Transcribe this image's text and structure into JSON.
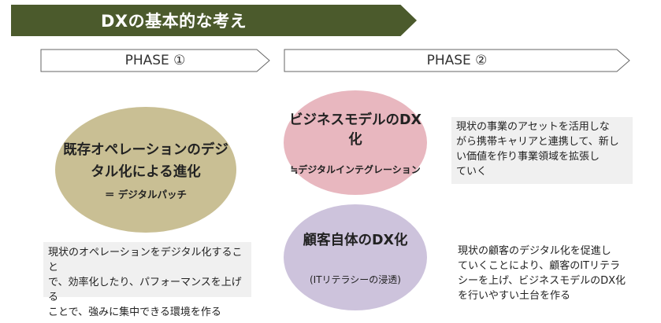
{
  "title": "DXの基本的な考え",
  "phases": [
    {
      "label": "PHASE ①"
    },
    {
      "label": "PHASE ②"
    }
  ],
  "phase1": {
    "ellipse_line1": "既存オペレーションのデジ",
    "ellipse_line2": "タル化による進化",
    "ellipse_sub": "＝ デジタルパッチ",
    "desc_line1": "現状のオペレーションをデジタル化すること",
    "desc_line2": "で、効率化したり、パフォーマンスを上げる",
    "desc_line3": "ことで、強みに集中できる環境を作る"
  },
  "phase2": {
    "business_model": {
      "title": "ビジネスモデルのDX化",
      "sub": "≒デジタルインテグレーション",
      "desc_line1": "現状の事業のアセットを活用しな",
      "desc_line2": "がら携帯キャリアと連携して、新し",
      "desc_line3": "い価値を作り事業領域を拡張し",
      "desc_line4": "ていく"
    },
    "customer": {
      "title": "顧客自体のDX化",
      "sub": "(ITリテラシーの浸透)",
      "desc_line1": "現状の顧客のデジタル化を促進し",
      "desc_line2": "ていくことにより、顧客のITリテラ",
      "desc_line3": "シーを上げ、ビジネスモデルのDX化",
      "desc_line4": "を行いやすい土台を作る"
    }
  },
  "colors": {
    "banner": "#4b5a2c",
    "phase1_ellipse": "#c9bf94",
    "business_ellipse": "#e8b7bf",
    "customer_ellipse": "#cdc3dc",
    "desc_box": "#f0f0f0"
  }
}
